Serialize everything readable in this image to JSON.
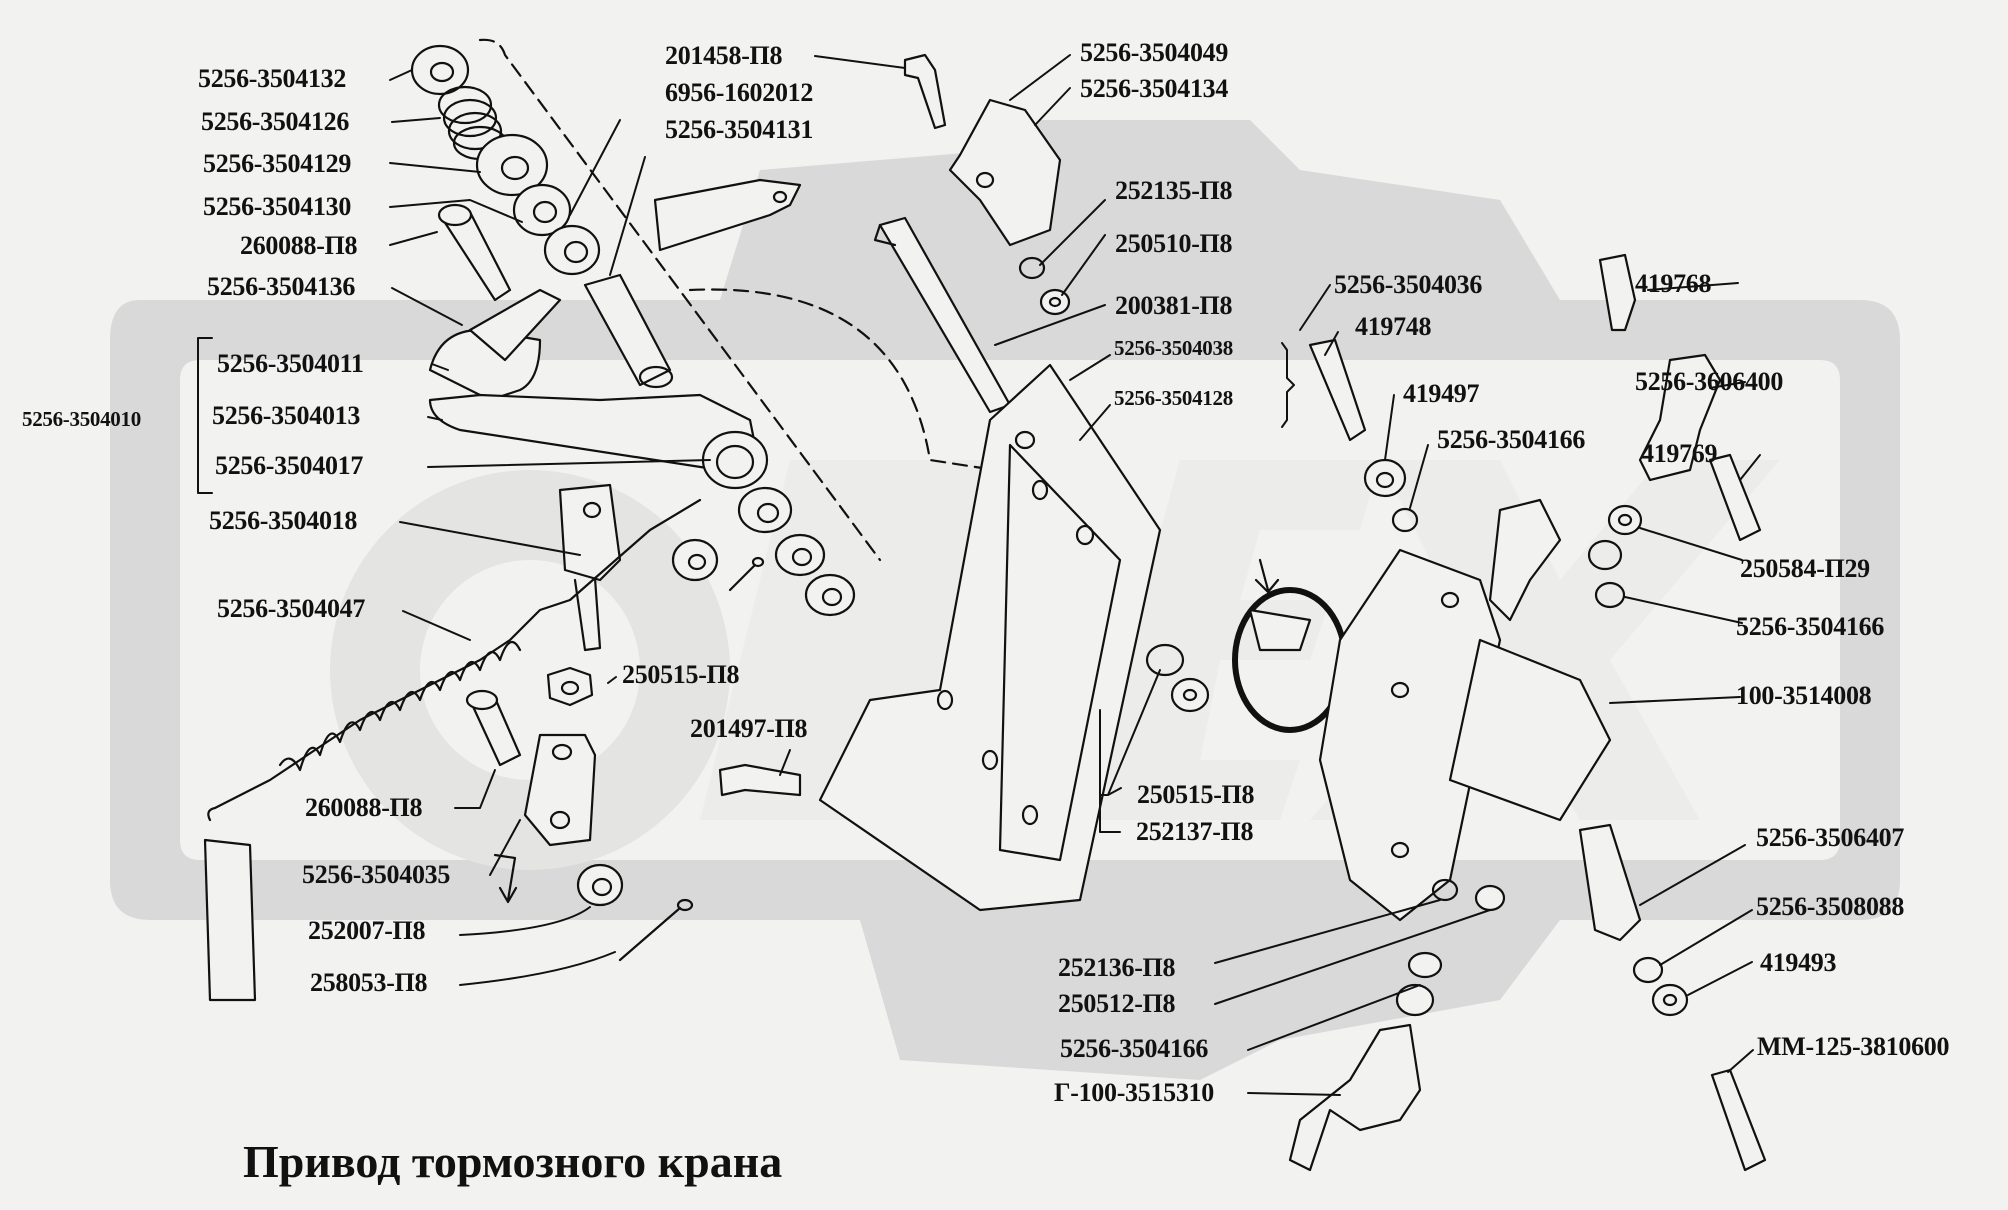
{
  "title": "Привод тормозного крана",
  "watermark": {
    "text": "ОРЕХ",
    "color": "#d9d9d9"
  },
  "colors": {
    "background": "#f2f2f0",
    "ink": "#111111",
    "watermark": "#d9d9d9"
  },
  "labels": {
    "l_5256_3504132": "5256-3504132",
    "l_5256_3504126": "5256-3504126",
    "l_5256_3504129": "5256-3504129",
    "l_5256_3504130": "5256-3504130",
    "l_260088_P8_top": "260088-П8",
    "l_5256_3504136": "5256-3504136",
    "l_5256_3504010": "5256-3504010",
    "l_5256_3504011": "5256-3504011",
    "l_5256_3504013": "5256-3504013",
    "l_5256_3504017": "5256-3504017",
    "l_5256_3504018": "5256-3504018",
    "l_5256_3504047": "5256-3504047",
    "l_250515_P8_left": "250515-П8",
    "l_260088_P8_bottom": "260088-П8",
    "l_5256_3504035": "5256-3504035",
    "l_252007_P8": "252007-П8",
    "l_258053_P8": "258053-П8",
    "l_201458_P8": "201458-П8",
    "l_6956_1602012": "6956-1602012",
    "l_5256_3504131": "5256-3504131",
    "l_5256_3504049": "5256-3504049",
    "l_5256_3504134": "5256-3504134",
    "l_252135_P8": "252135-П8",
    "l_250510_P8": "250510-П8",
    "l_200381_P8": "200381-П8",
    "l_5256_3504038": "5256-3504038",
    "l_5256_3504128": "5256-3504128",
    "l_5256_3504036": "5256-3504036",
    "l_419748": "419748",
    "l_419497": "419497",
    "l_5256_3504166_a": "5256-3504166",
    "l_419768": "419768",
    "l_5256_3606400": "5256-3606400",
    "l_419769": "419769",
    "l_250584_P29": "250584-П29",
    "l_5256_3504166_b": "5256-3504166",
    "l_100_3514008": "100-3514008",
    "l_201497_P8": "201497-П8",
    "l_250515_P8_mid": "250515-П8",
    "l_252137_P8": "252137-П8",
    "l_5256_3506407": "5256-3506407",
    "l_5256_3508088": "5256-3508088",
    "l_419493": "419493",
    "l_MM_125_3810600": "ММ-125-3810600",
    "l_252136_P8": "252136-П8",
    "l_250512_P8": "250512-П8",
    "l_5256_3504166_c": "5256-3504166",
    "l_G_100_3515310": "Г-100-3515310"
  }
}
